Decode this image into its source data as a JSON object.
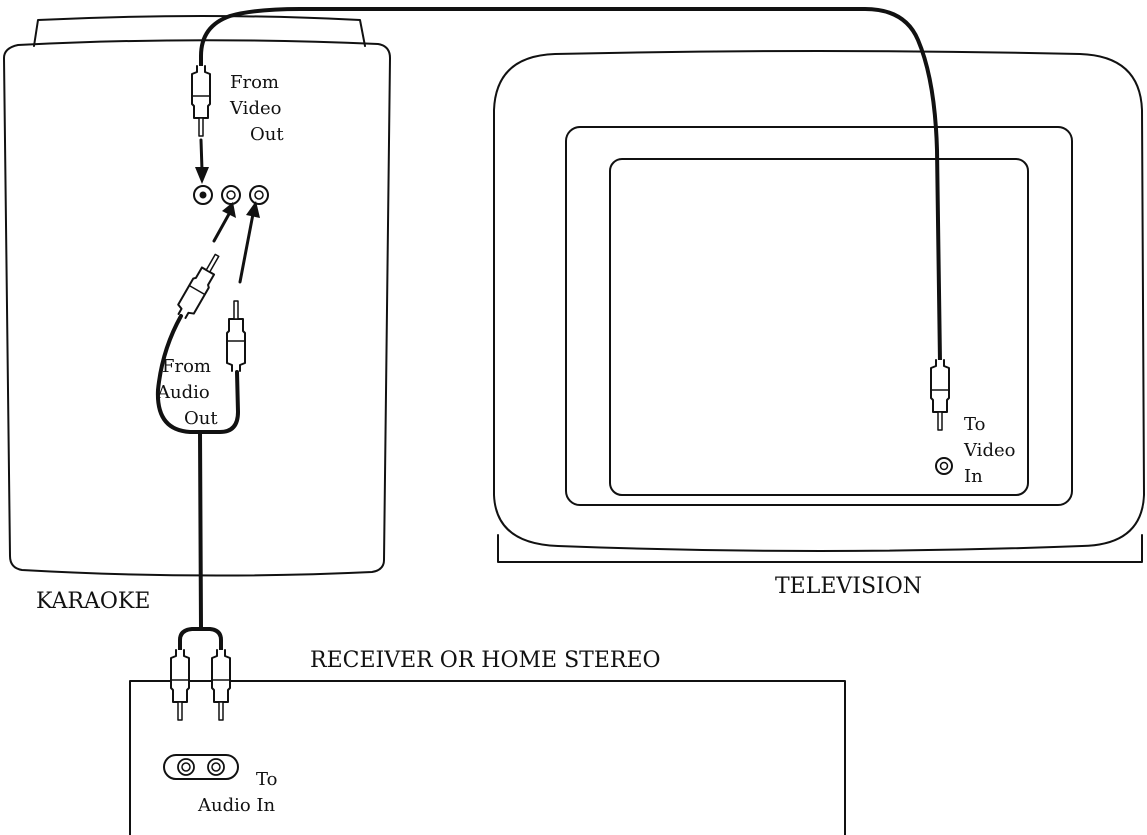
{
  "colors": {
    "line": "#111111",
    "background": "#ffffff"
  },
  "karaoke": {
    "title": "KARAOKE",
    "video_out_label": [
      "From",
      "Video",
      "Out"
    ],
    "audio_out_label": [
      "From",
      "Audio",
      "Out"
    ]
  },
  "television": {
    "title": "TELEVISION",
    "video_in_label": [
      "To",
      "Video",
      "In"
    ]
  },
  "receiver": {
    "title": "RECEIVER OR HOME STEREO",
    "audio_in_label": [
      "To",
      "Audio In"
    ]
  }
}
